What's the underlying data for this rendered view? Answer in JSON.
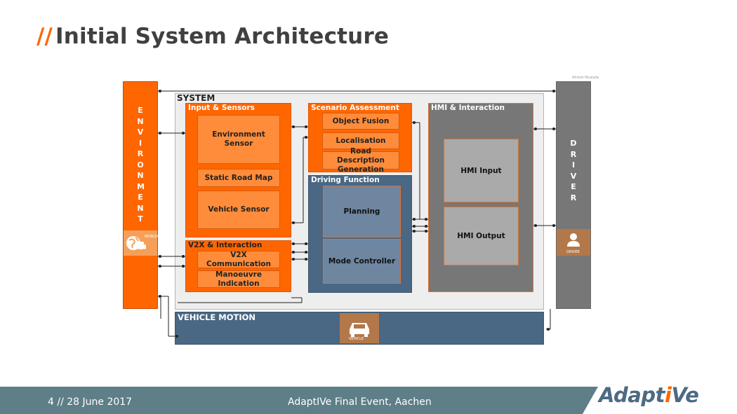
{
  "title": {
    "slashes": "//",
    "text": "Initial System Architecture"
  },
  "environment": {
    "label": "ENVIRONMENT",
    "icon_caption": "WORLD"
  },
  "driver": {
    "label": "DRIVER",
    "icon_caption": "DRIVER",
    "small_label": "Ahmet Mustafa"
  },
  "system": {
    "label": "SYSTEM",
    "input_sensors": {
      "title": "Input & Sensors",
      "items": [
        "Environment Sensor",
        "Static Road Map",
        "Vehicle Sensor"
      ]
    },
    "v2x": {
      "title": "V2X & Interaction",
      "items": [
        "V2X Communication",
        "Manoeuvre Indication"
      ]
    },
    "scenario": {
      "title": "Scenario Assessment",
      "items": [
        "Object Fusion",
        "Localisation",
        "Road Description Generation"
      ]
    },
    "driving": {
      "title": "Driving Function",
      "items": [
        "Planning",
        "Mode Controller"
      ]
    },
    "hmi": {
      "title": "HMI & Interaction",
      "items": [
        "HMI Input",
        "HMI Output"
      ]
    }
  },
  "vehicle_motion": {
    "label": "VEHICLE MOTION",
    "icon_caption": "VEHICLE"
  },
  "footer": {
    "left": "4 // 28 June 2017",
    "center": "AdaptIVe Final Event, Aachen",
    "logo_a": "Adapt",
    "logo_b": "i",
    "logo_c": "Ve"
  }
}
